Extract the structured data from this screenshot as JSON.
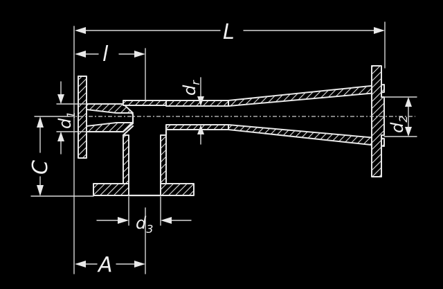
{
  "dimensions": {
    "L": "L",
    "l": "l",
    "d1": "d",
    "d1_sub": "1",
    "dr": "d",
    "dr_sub": "r",
    "d2": "d",
    "d2_sub": "2",
    "d3": "d",
    "d3_sub": "3",
    "C": "C",
    "A": "A"
  }
}
